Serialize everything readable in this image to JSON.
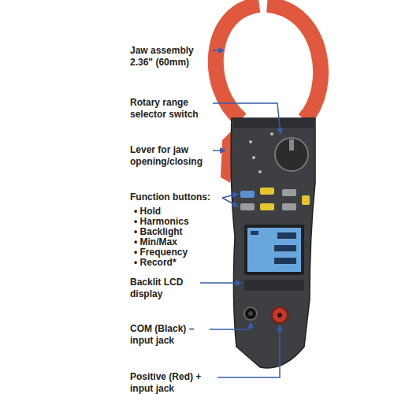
{
  "diagram": {
    "labels": [
      "Jaw assembly 2.36\" (60mm)",
      "Rotary range selector switch",
      "Lever for jaw opening/closing",
      "Function buttons:",
      "• Hold",
      "• Harmonics",
      "• Backlight",
      "• Min/Max",
      "• Frequency",
      "• Record*",
      "Backlit LCD display",
      "COM (Black) – input jack",
      "Positive (Red) + input jack"
    ]
  }
}
